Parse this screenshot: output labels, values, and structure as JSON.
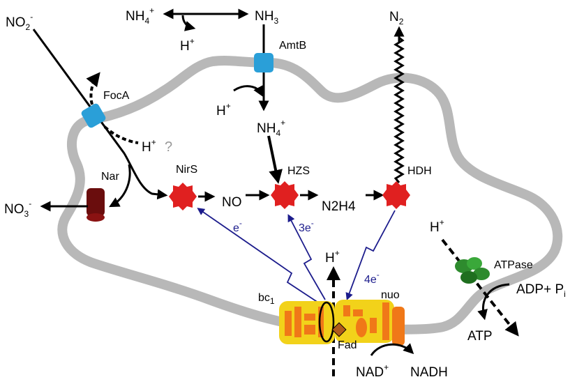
{
  "species": {
    "no2": "NO",
    "no2_sub": "2",
    "no2_sup": "-",
    "nh4_top": "NH",
    "nh4_top_sub": "4",
    "nh4_top_sup": "+",
    "nh3": "NH",
    "nh3_sub": "3",
    "n2": "N",
    "n2_sub": "2",
    "h_top": "H",
    "h_top_sup": "+",
    "h_amtb": "H",
    "h_amtb_sup": "+",
    "nh4_in": "NH",
    "nh4_in_sub": "4",
    "nh4_in_sup": "+",
    "h_foca": "H",
    "h_foca_sup": "+",
    "question": "?",
    "no3": "NO",
    "no3_sub": "3",
    "no3_sup": "-",
    "no": "NO",
    "n2h4": "N2H4",
    "h_center": "H",
    "h_center_sup": "+",
    "h_atp": "H",
    "h_atp_sup": "+",
    "adp": "ADP+ P",
    "adp_sub": "i",
    "atp": "ATP",
    "nad": "NAD",
    "nad_sup": "+",
    "nadh": "NADH"
  },
  "proteins": {
    "amtb": "AmtB",
    "foca": "FocA",
    "nar": "Nar",
    "nirs": "NirS",
    "hzs": "HZS",
    "hdh": "HDH",
    "bc1": "bc",
    "bc1_sub": "1",
    "nuo": "nuo",
    "fad": "Fad",
    "atpase": "ATPase"
  },
  "electrons": {
    "e1": "e",
    "e1_sup": "-",
    "e3": "3e",
    "e3_sup": "-",
    "e4": "4e",
    "e4_sup": "-"
  },
  "colors": {
    "membrane": "#b8b8b8",
    "transporter": "#2a9fd8",
    "enzyme": "#e02020",
    "nar": "#6a0d0d",
    "complex_yellow": "#f2d21a",
    "complex_orange": "#f07818",
    "atpase_green": "#2e8b2e",
    "electron_blue": "#1c1c8c",
    "fad_brown": "#b05a1a"
  }
}
